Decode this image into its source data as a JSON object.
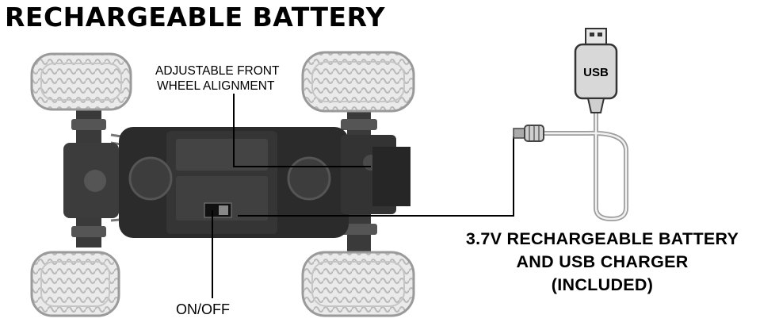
{
  "header": {
    "title": "RECHARGEABLE BATTERY"
  },
  "callouts": {
    "front_alignment": {
      "line1": "ADJUSTABLE FRONT",
      "line2": "WHEEL ALIGNMENT"
    },
    "power_switch": "ON/OFF",
    "battery": {
      "line1": "3.7V RECHARGEABLE BATTERY",
      "line2": "AND USB CHARGER",
      "line3": "(INCLUDED)"
    }
  },
  "usb_plug": {
    "label": "USB"
  },
  "colors": {
    "ink": "#000000",
    "tire": "#e9e9e9",
    "chassis": "#2b2b2b",
    "cable": "#bdbdbd"
  }
}
